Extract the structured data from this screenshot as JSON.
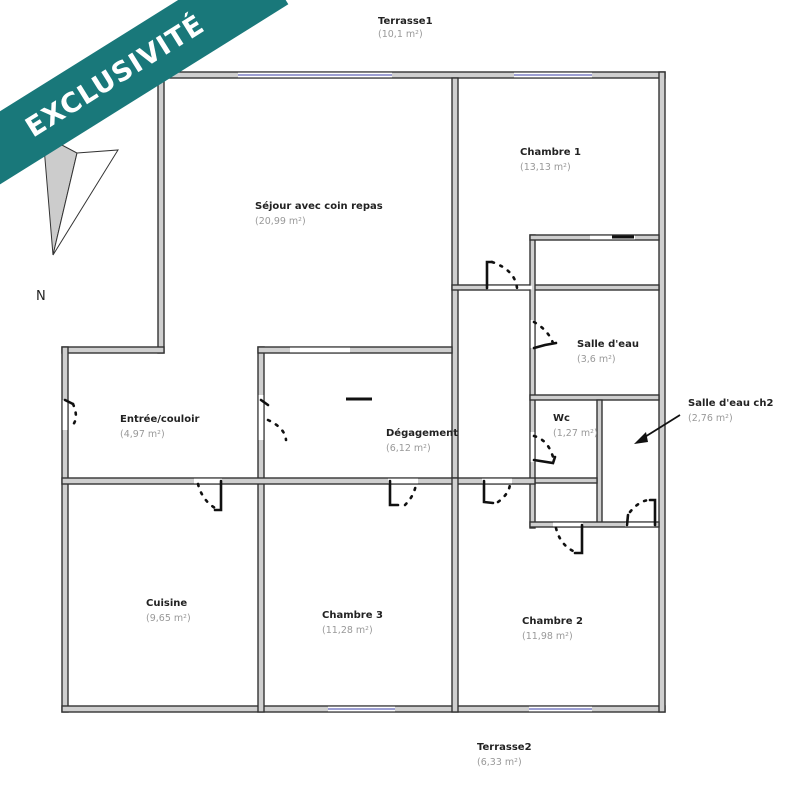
{
  "banner": {
    "text": "EXCLUSIVITÉ",
    "color": "#19787a"
  },
  "compass": {
    "label": "N"
  },
  "rooms": [
    {
      "name": "Terrasse1",
      "area": "(10,1 m²)"
    },
    {
      "name": "Séjour avec coin repas",
      "area": "(20,99 m²)"
    },
    {
      "name": "Chambre 1",
      "area": "(13,13 m²)"
    },
    {
      "name": "Salle d'eau",
      "area": "(3,6 m²)"
    },
    {
      "name": "Salle d'eau ch2",
      "area": "(2,76 m²)"
    },
    {
      "name": "Wc",
      "area": "(1,27 m²)"
    },
    {
      "name": "Entrée/couloir",
      "area": "(4,97 m²)"
    },
    {
      "name": "Dégagement",
      "area": "(6,12 m²)"
    },
    {
      "name": "Cuisine",
      "area": "(9,65 m²)"
    },
    {
      "name": "Chambre 3",
      "area": "(11,28 m²)"
    },
    {
      "name": "Chambre 2",
      "area": "(11,98 m²)"
    },
    {
      "name": "Terrasse2",
      "area": "(6,33 m²)"
    }
  ]
}
